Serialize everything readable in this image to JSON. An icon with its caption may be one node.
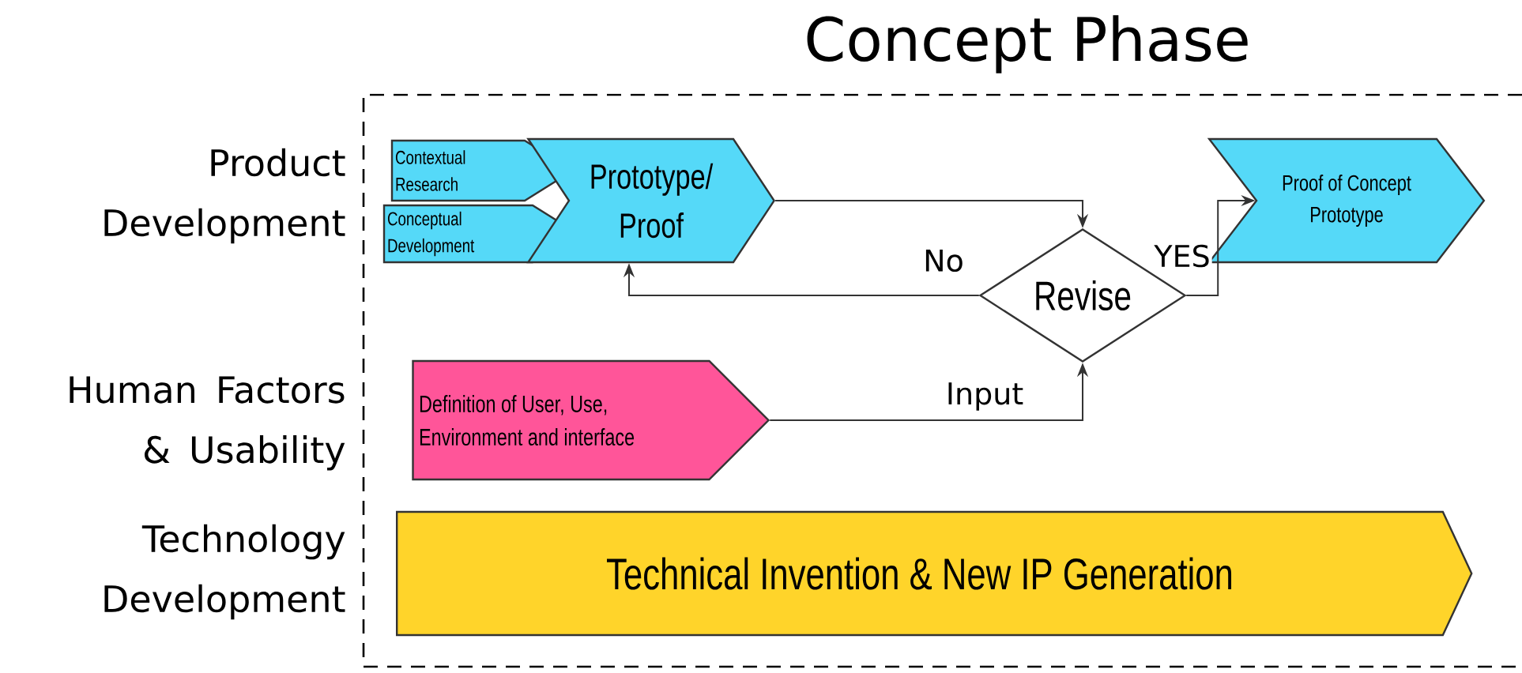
{
  "diagram": {
    "title": "Concept Phase",
    "nodes": [
      {
        "text": [
          "Contextual Research"
        ]
      },
      {
        "text": [
          "Conceptual Development"
        ]
      },
      {
        "text": [
          "Prototype/ Proof"
        ]
      },
      {
        "text": [
          "Revise"
        ]
      },
      {
        "text": [
          "Proof of Concept Prototype"
        ]
      },
      {
        "text": [
          "Definition of User, Use, Environment and interface"
        ]
      },
      {
        "text": [
          "Technical Invention & New IP Generation"
        ]
      }
    ],
    "edges": [
      {
        "from": 2,
        "to": 3,
        "arrow": "to"
      },
      {
        "from": 3,
        "to": 2,
        "arrow": "to",
        "label": "No"
      },
      {
        "from": 3,
        "to": 4,
        "arrow": "to",
        "label": "YES"
      },
      {
        "from": 5,
        "to": 3,
        "arrow": "to",
        "label": "Input"
      }
    ],
    "labels": [
      "Product Development",
      "Human Factors & Usability",
      "Technology Development"
    ]
  }
}
